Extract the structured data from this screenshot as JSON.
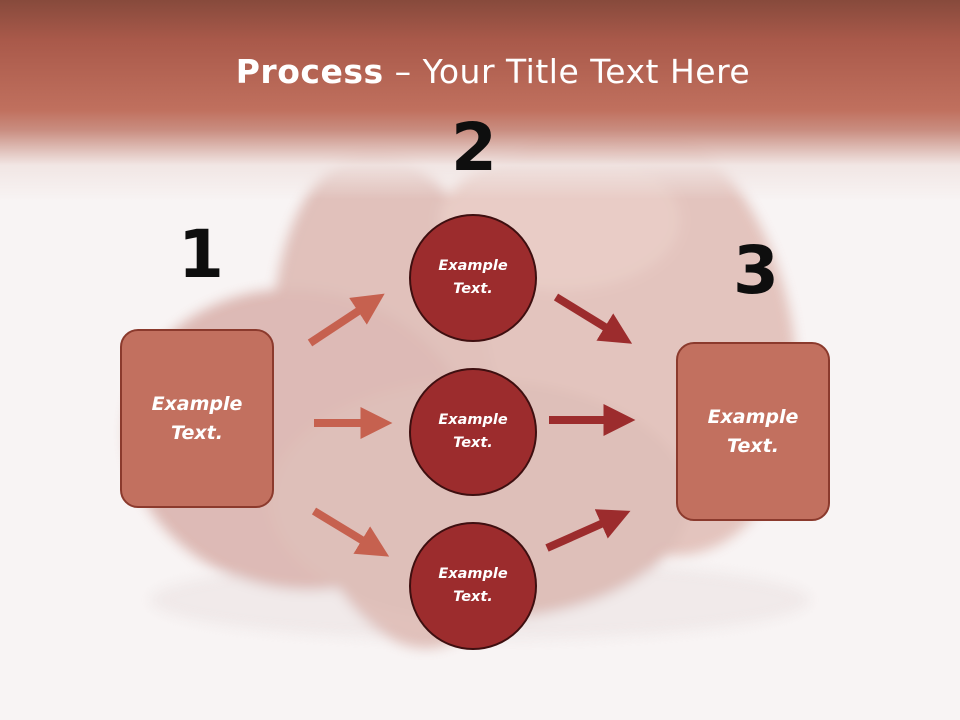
{
  "title": {
    "bold": "Process",
    "rest": " – Your Title Text Here"
  },
  "steps": {
    "one": "1",
    "two": "2",
    "three": "3"
  },
  "nodes": {
    "left_box": {
      "line1": "Example",
      "line2": "Text."
    },
    "circle_top": {
      "line1": "Example",
      "line2": "Text."
    },
    "circle_middle": {
      "line1": "Example",
      "line2": "Text."
    },
    "circle_bottom": {
      "line1": "Example",
      "line2": "Text."
    },
    "right_box": {
      "line1": "Example",
      "line2": "Text."
    }
  },
  "colors": {
    "header": "#a9594a",
    "box_fill": "#c2705f",
    "circle_fill": "#9c2c2d",
    "arrow_light": "#c6614f",
    "arrow_dark": "#9c2c2d"
  }
}
